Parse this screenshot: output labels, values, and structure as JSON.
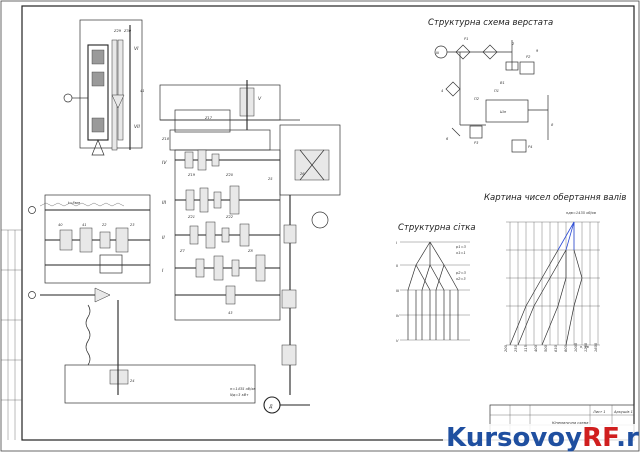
{
  "structural_scheme": {
    "title": "Структурна схема верстата",
    "labels": [
      "III",
      "1",
      "2",
      "9",
      "P1",
      "P2",
      "P3",
      "P4",
      "B1",
      "П1",
      "П2",
      "6",
      "4",
      "8",
      "10",
      "11",
      "Шп"
    ]
  },
  "structural_grid": {
    "title": "Структурна сітка",
    "shaft_labels": [
      "I",
      "II",
      "III",
      "IV",
      "V"
    ],
    "side_notes": [
      "p1=3",
      "x1=1",
      "p2=3",
      "x2=3"
    ]
  },
  "speed_chart": {
    "title": "Картина чисел обертання валів",
    "top_note": "nдв=1435 об/хв",
    "speed_values": [
      "200",
      "250",
      "315",
      "400",
      "500",
      "630",
      "800",
      "1000",
      "1250",
      "1600"
    ],
    "unit": "n, хв"
  },
  "kinematic": {
    "motor_label": "Д",
    "motor_note": "n=1435 об/хв",
    "power_note": "Nд=3 кВт",
    "labels": [
      "Z29",
      "Z30",
      "VI",
      "VII",
      "V",
      "Z17",
      "Z18",
      "Z19",
      "Z20",
      "Z21",
      "Z22",
      "IV",
      "III",
      "II",
      "I",
      "Z7",
      "Z8",
      "22",
      "43",
      "40",
      "41",
      "23",
      "24",
      "25",
      "26",
      "27",
      "t=8мм",
      "1",
      "2",
      "3",
      "4",
      "5",
      "6",
      "7",
      "8",
      "9",
      "10",
      "11",
      "12",
      "13",
      "14",
      "15",
      "16"
    ]
  },
  "title_block": {
    "doc_name": "Кінематична схема",
    "sheet": "Лист 1",
    "sheets": "Аркушів 1"
  },
  "watermark": {
    "part1": "Kursovoy",
    "part2": "RF",
    "part3": ".ru"
  },
  "colors": {
    "ink": "#333333",
    "chart_highlight": "#2b4bd6",
    "watermark_blue": "#1f4fa0",
    "watermark_red": "#d01f1f"
  }
}
